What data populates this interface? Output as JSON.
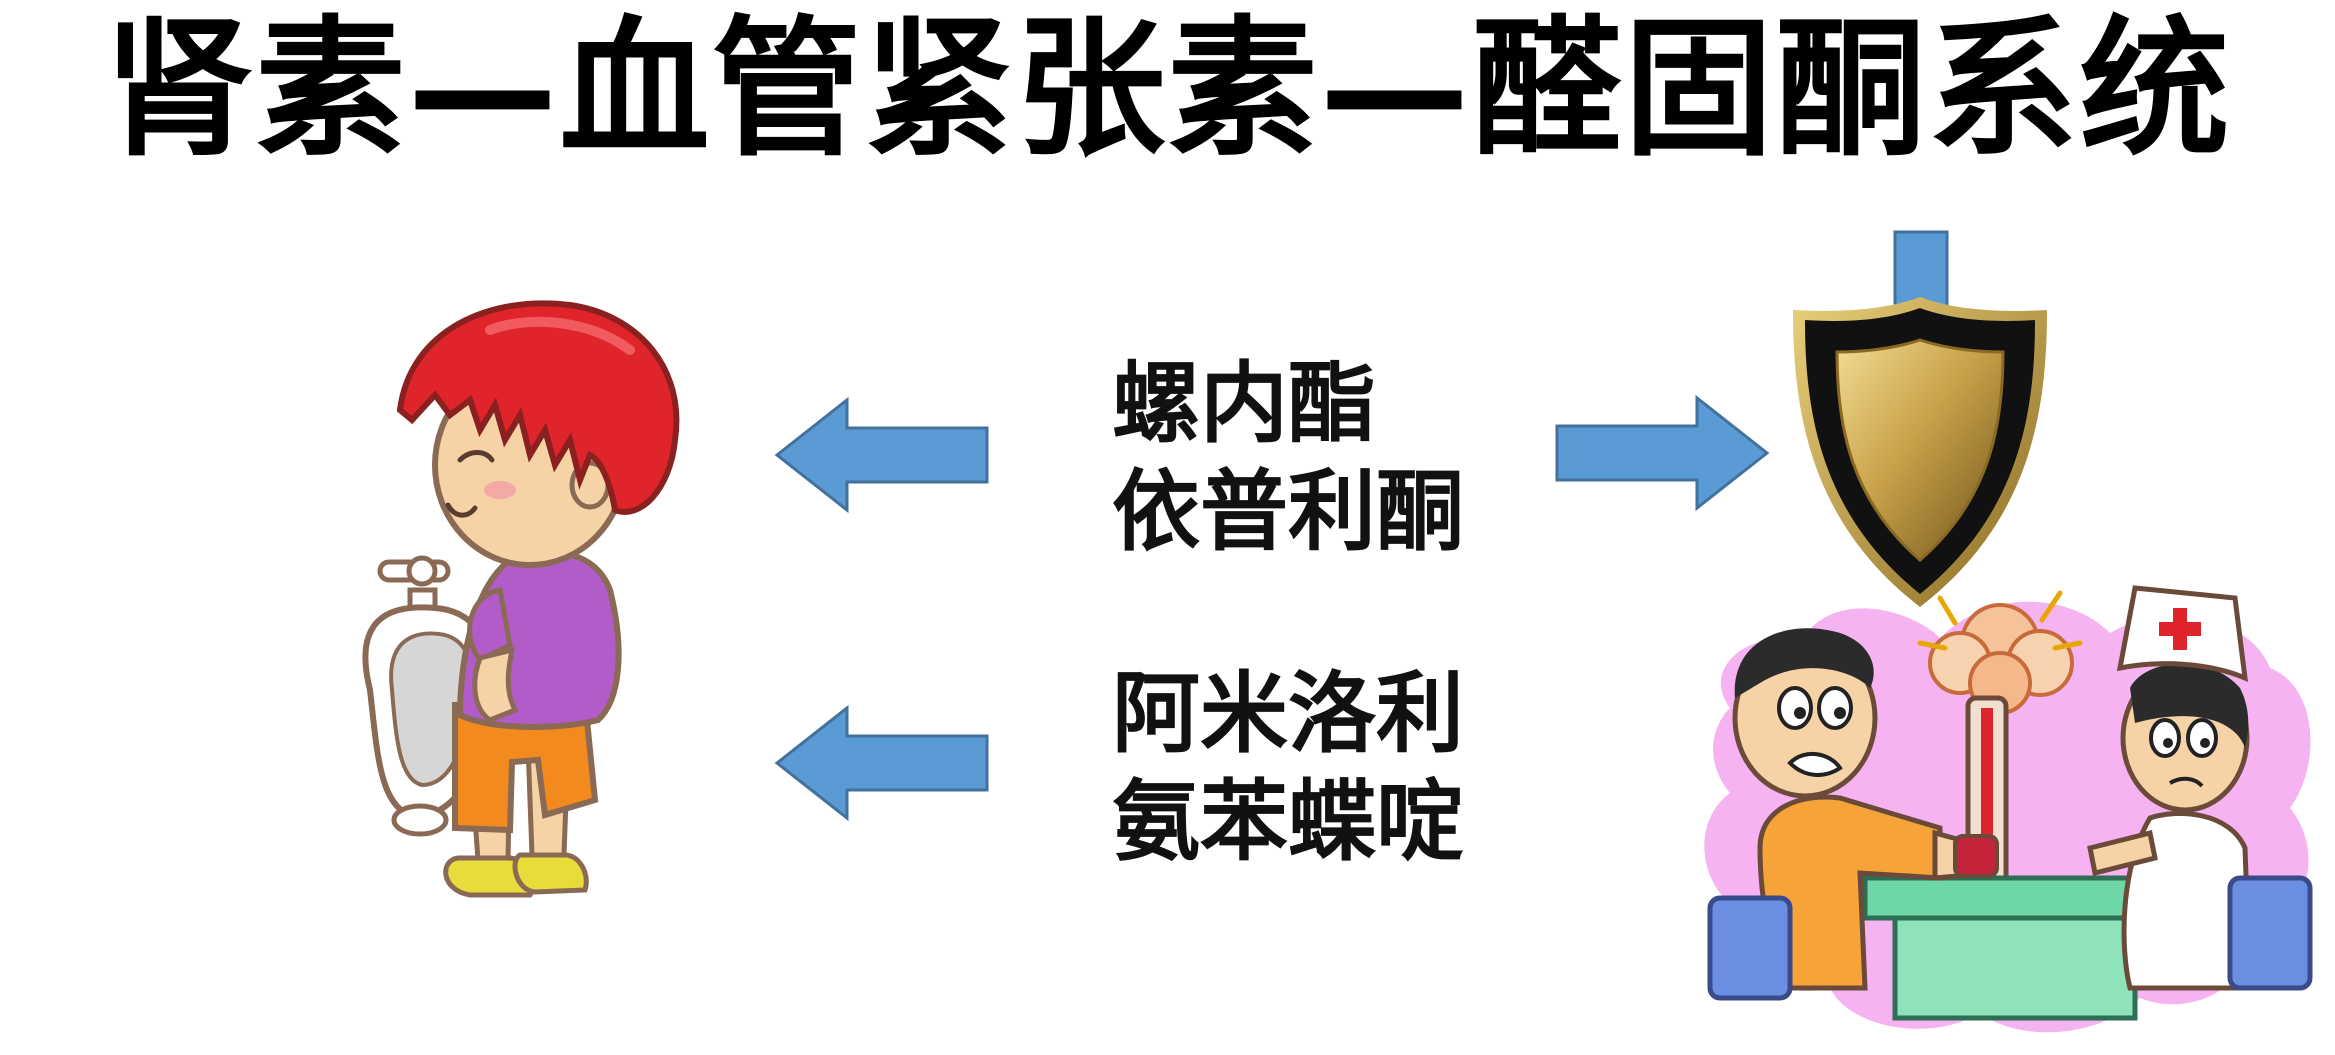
{
  "title": "肾素—血管紧张素—醛固酮系统",
  "drug_groups": [
    {
      "drugs": [
        "螺内酯",
        "依普利酮"
      ]
    },
    {
      "drugs": [
        "阿米洛利",
        "氨苯蝶啶"
      ]
    }
  ],
  "colors": {
    "arrow": "#5B9BD5",
    "arrow_stroke": "#41719C",
    "hair": "#E0242B",
    "shirt": "#B25CC9",
    "shorts": "#F28A1E",
    "shield_gold": "#C9A24A",
    "shield_black": "#111111",
    "pink_splash": "#F3A6EE"
  },
  "icons": {
    "left_figure": "boy-at-urinal-illustration",
    "shield": "gold-shield-icon",
    "right_figure": "blood-pressure-measurement-illustration"
  }
}
